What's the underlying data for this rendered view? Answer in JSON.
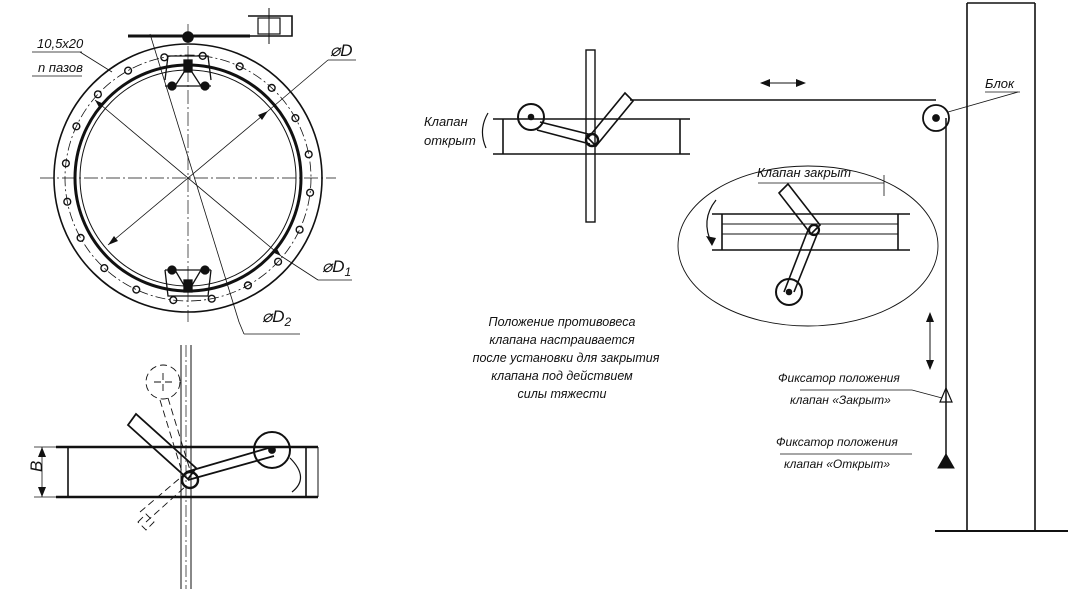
{
  "labels": {
    "slot_size": "10,5x20",
    "slot_count": "n пазов",
    "dia_d": "⌀D",
    "dia_d1": "⌀D",
    "dia_d1_sub": "1",
    "dia_d2": "⌀D",
    "dia_d2_sub": "2",
    "height_b": "B",
    "valve_open_line1": "Клапан",
    "valve_open_line2": "открыт",
    "valve_closed": "Клапан закрыт",
    "block": "Блок",
    "note": [
      "Положение противовеса",
      "клапана настраивается",
      "после установки для закрытия",
      "клапана под действием",
      "силы тяжести"
    ],
    "fixator_closed_line1": "Фиксатор положения",
    "fixator_closed_line2": "клапан «Закрыт»",
    "fixator_open_line1": "Фиксатор положения",
    "fixator_open_line2": "клапан «Открыт»"
  },
  "colors": {
    "ink": "#111111",
    "background": "#ffffff"
  }
}
